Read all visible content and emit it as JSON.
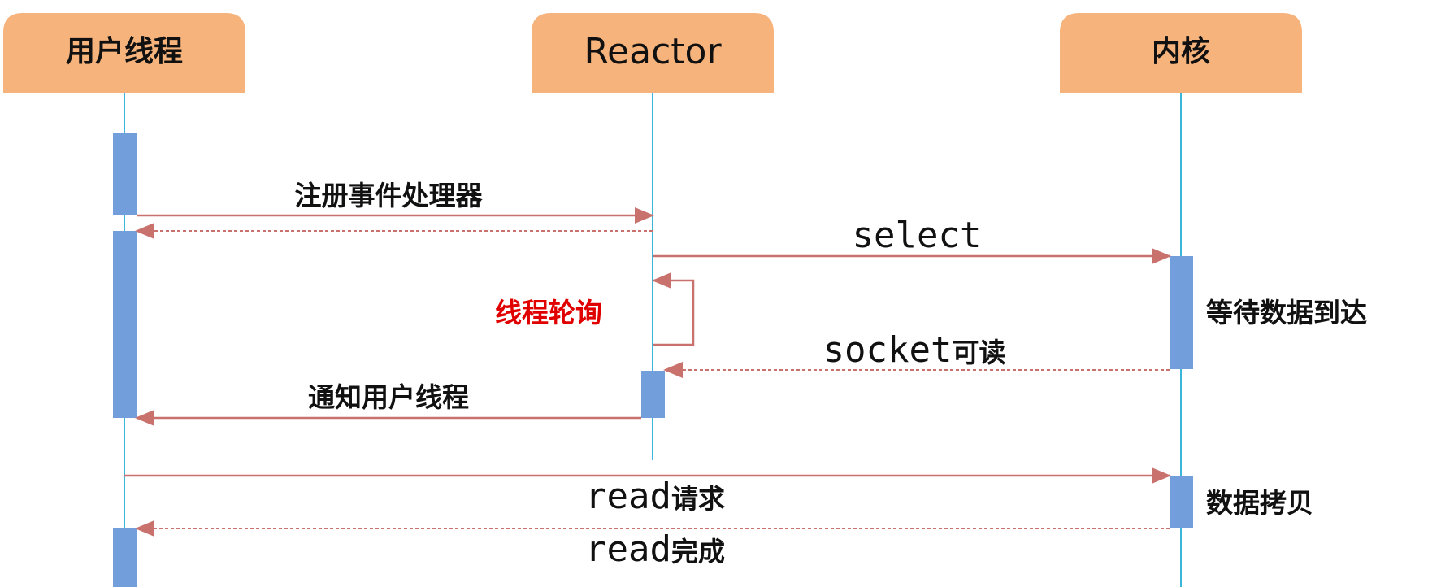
{
  "colors": {
    "header_fill": "#F7B37C",
    "lifeline": "#3BB6D9",
    "activation": "#729FDB",
    "arrow": "#C9716C",
    "highlight": "#E00000"
  },
  "participants": {
    "user_thread": "用户线程",
    "reactor": "Reactor",
    "kernel": "内核"
  },
  "messages": {
    "register_handler": "注册事件处理器",
    "select": "select",
    "thread_polling": "线程轮询",
    "socket_prefix": "socket",
    "socket_suffix": "可读",
    "notify_user": "通知用户线程",
    "read_prefix_1": "read",
    "read_suffix_1": "请求",
    "read_prefix_2": "read",
    "read_suffix_2": "完成"
  },
  "notes": {
    "wait_data": "等待数据到达",
    "data_copy": "数据拷贝"
  }
}
